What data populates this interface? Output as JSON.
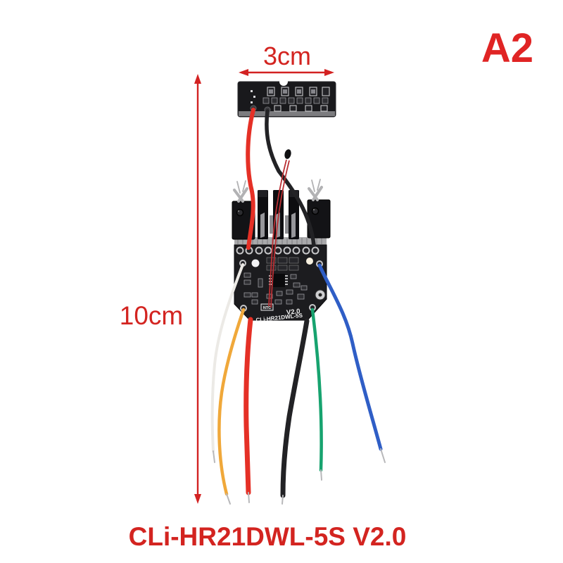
{
  "image": {
    "background": "#ffffff",
    "variant_label": "A2",
    "product_title": "CLi-HR21DWL-5S V2.0",
    "subject": "battery protection circuit board with LED indicator board and wires"
  },
  "dimensions": {
    "width_label": "3cm",
    "height_label": "10cm",
    "annotation_color": "#d32222"
  },
  "pcb": {
    "silkscreen": {
      "version": "V2.0",
      "model": "CLi-HR21DWL-5S",
      "ntc_label": "NTC"
    },
    "colors": {
      "board": "#1c1c1f",
      "wire_red": "#e53026",
      "wire_black": "#222225",
      "wire_white": "#eceae6",
      "wire_yellow": "#f0a83a",
      "wire_green": "#17a36f",
      "wire_blue": "#2f5ec6",
      "thermistor_wire": "#b92f33",
      "solder_silver": "#b8b8ba"
    }
  }
}
